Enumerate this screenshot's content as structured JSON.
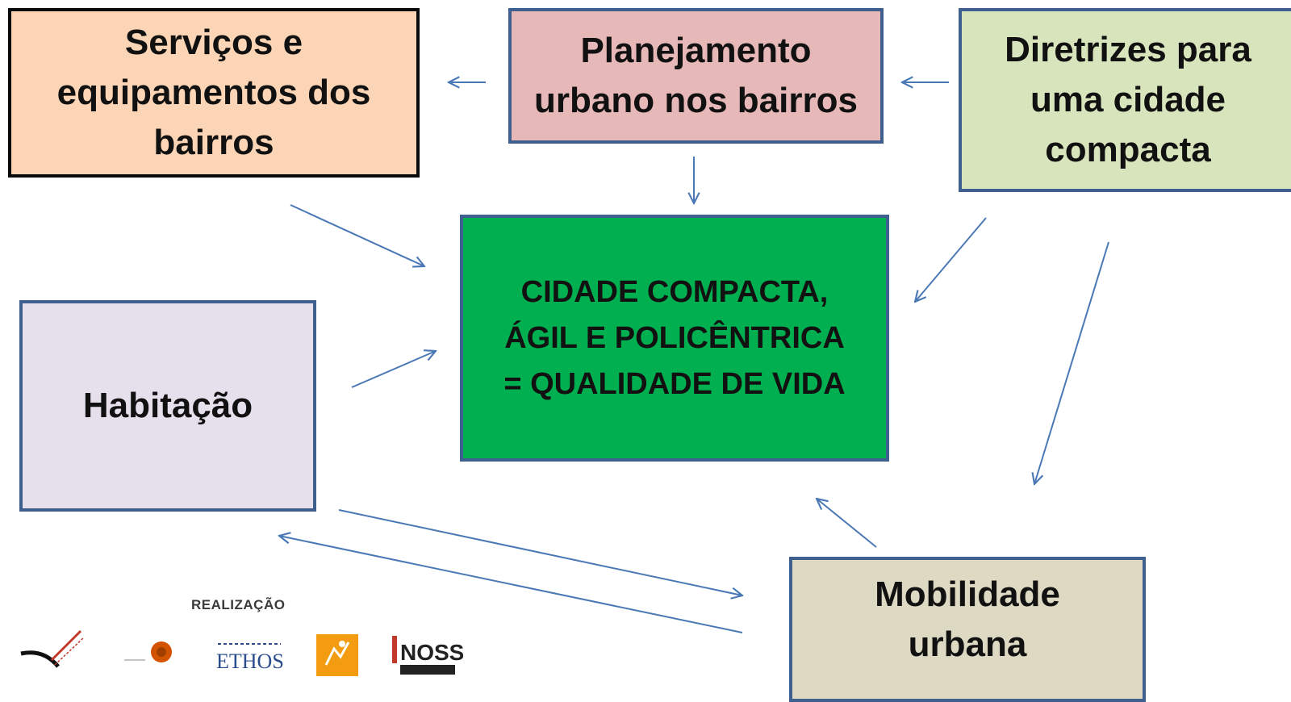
{
  "boxes": {
    "servicos": "Serviços e\nequipamentos dos\nbairros",
    "planejamento": "Planejamento\nurbano nos bairros",
    "diretrizes": "Diretrizes para\numa cidade\ncompacta",
    "central": "CIDADE COMPACTA,\nÁGIL E POLICÊNTRICA\n= QUALIDADE DE VIDA",
    "habitacao": "Habitação",
    "mobilidade": "Mobilidade\nurbana"
  },
  "footer": {
    "realizacao_label": "REALIZAÇÃO",
    "logos": [
      {
        "icon": "rede-social-cidades-logo",
        "text": ""
      },
      {
        "icon": "instituto-logo",
        "text": ""
      },
      {
        "icon": "instituto-ethos-logo",
        "text": "ETHOS"
      },
      {
        "icon": "orange-figure-logo",
        "text": ""
      },
      {
        "icon": "rede-nossa-sao-paulo-logo",
        "text": "NOSSA"
      }
    ]
  },
  "colors": {
    "arrow": "#4a78b5",
    "central_fill": "#00b050",
    "border": "#3f5f8f"
  }
}
